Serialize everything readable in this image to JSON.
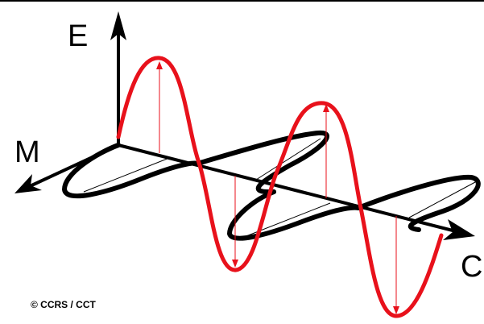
{
  "diagram": {
    "axis_e_label": "E",
    "axis_m_label": "M",
    "axis_c_label": "C",
    "copyright": "© CCRS / CCT",
    "colors": {
      "electric_wave": "#e8111b",
      "magnetic_wave": "#000000",
      "axes": "#000000",
      "background": "#ffffff"
    }
  }
}
